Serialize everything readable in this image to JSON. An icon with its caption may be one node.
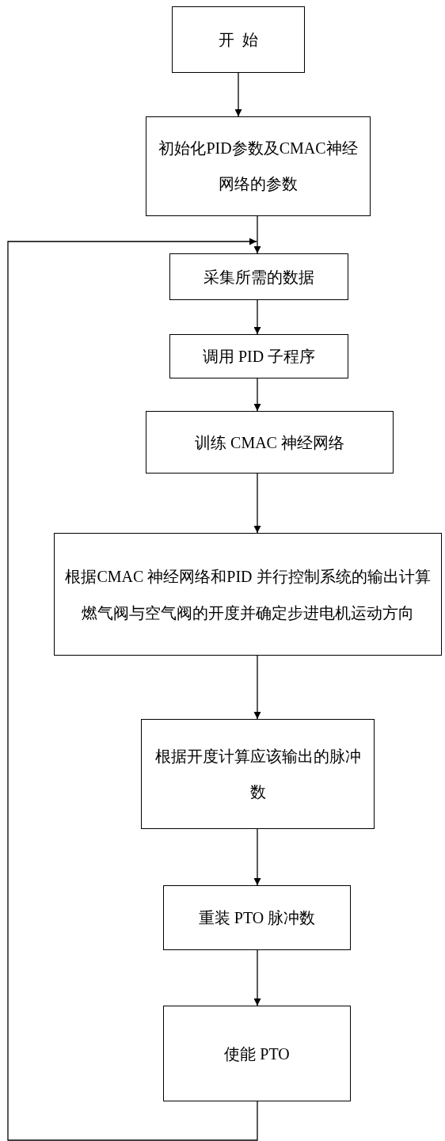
{
  "diagram": {
    "nodes": [
      {
        "text": [
          "开  始"
        ]
      },
      {
        "text": [
          "初始化PID参数及CMAC神经网络的参数"
        ]
      },
      {
        "text": [
          "采集所需的数据"
        ]
      },
      {
        "text": [
          "调用 PID 子程序"
        ]
      },
      {
        "text": [
          "训练 CMAC 神经网络"
        ]
      },
      {
        "text": [
          "根据CMAC 神经网络和PID 并行控制系统的输出计算燃气阀与空气阀的开度并确定步进电机运动方向"
        ]
      },
      {
        "text": [
          "根据开度计算应该输出的脉冲数"
        ]
      },
      {
        "text": [
          "重装 PTO 脉冲数"
        ]
      },
      {
        "text": [
          "使能 PTO"
        ]
      }
    ],
    "edges": [
      {
        "from": 0,
        "to": 1,
        "arrow": "to"
      },
      {
        "from": 1,
        "to": 2,
        "arrow": "to"
      },
      {
        "from": 2,
        "to": 3,
        "arrow": "to"
      },
      {
        "from": 3,
        "to": 4,
        "arrow": "to"
      },
      {
        "from": 4,
        "to": 5,
        "arrow": "to"
      },
      {
        "from": 5,
        "to": 6,
        "arrow": "to"
      },
      {
        "from": 6,
        "to": 7,
        "arrow": "to"
      },
      {
        "from": 7,
        "to": 8,
        "arrow": "to"
      },
      {
        "from": 8,
        "to": 2,
        "arrow": "to"
      }
    ]
  }
}
